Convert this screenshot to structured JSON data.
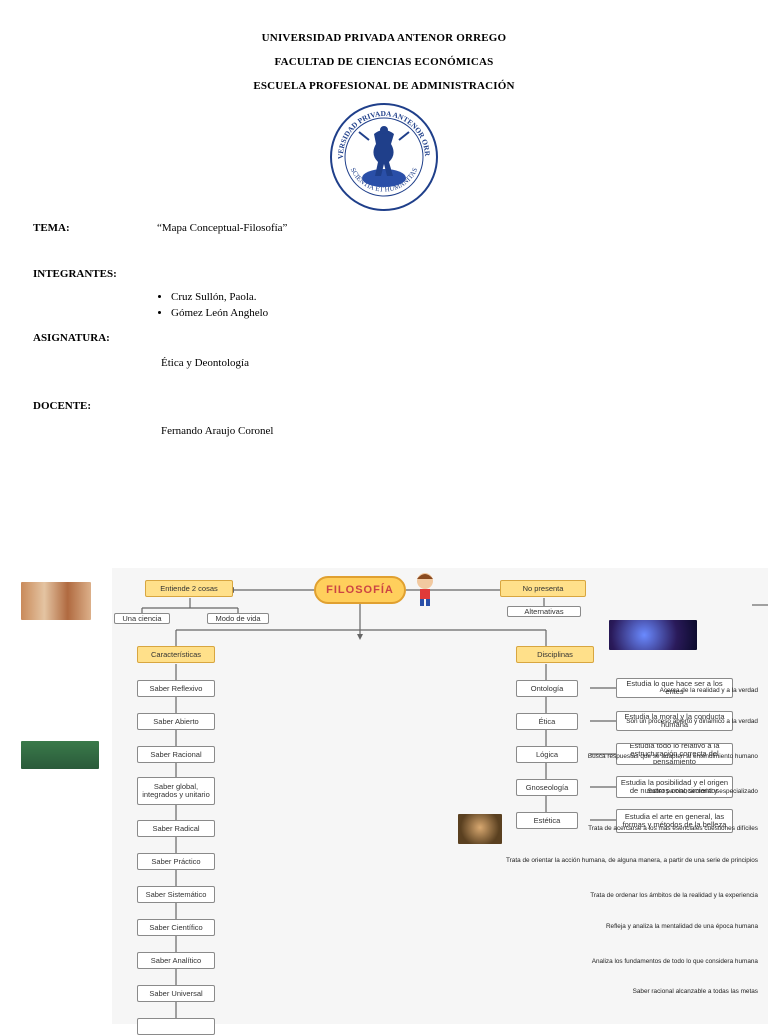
{
  "header": {
    "university": "UNIVERSIDAD PRIVADA ANTENOR ORREGO",
    "faculty": "FACULTAD DE CIENCIAS ECONÓMICAS",
    "school": "ESCUELA PROFESIONAL DE ADMINISTRACIÓN"
  },
  "seal": {
    "top_text": "UNIVERSIDAD PRIVADA ANTENOR ORREGO",
    "bottom_text": "SCIENTIA ET HUMANITAS",
    "colors": {
      "ring": "#1f3f8a",
      "ground": "#2a4fa8"
    }
  },
  "info": {
    "tema_label": "TEMA:",
    "tema_value": "“Mapa Conceptual-Filosofía”",
    "integrantes_label": "INTEGRANTES:",
    "integrantes": [
      "Cruz Sullón, Paola.",
      "Gómez León Anghelo"
    ],
    "asignatura_label": "ASIGNATURA:",
    "asignatura_value": "Ética y Deontología",
    "docente_label": "DOCENTE:",
    "docente_value": "Fernando Araujo Coronel"
  },
  "map": {
    "central": "FILOSOFÍA",
    "left_top": "Entiende 2 cosas",
    "left_children": [
      "Una ciencia",
      "Modo de vida"
    ],
    "right_top": "No presenta",
    "right_children": [
      "Alternativas"
    ],
    "caracteristicas": "Características",
    "saberes": [
      "Saber Reflexivo",
      "Saber Abierto",
      "Saber Racional",
      "Saber global, integrados y unitario",
      "Saber Radical",
      "Saber Práctico",
      "Saber Sistemático",
      "Saber Científico",
      "Saber Analítico",
      "Saber Universal"
    ],
    "disciplinas": "Disciplinas",
    "disciplinas_items": [
      "Ontología",
      "Ética",
      "Lógica",
      "Gnoseología",
      "Estética"
    ],
    "disciplinas_desc": [
      "Estudia lo que hace ser a los entes",
      "Estudia la moral y la conducta humana",
      "Estudia todo lo relativo a la estructuración correcta del pensamiento",
      "Estudia la posibilidad y el origen de nuestros conocimientos",
      "Estudia el arte en general, las formas y métodos de la belleza"
    ],
    "saber_desc": [
      "Acerca de la realidad y a la verdad",
      "Son un proceso abierto y dinámico a la verdad",
      "Busca respuestas que se adapten al entendimiento humano",
      "Saber parcial, sectorial y especializado",
      "Trata de acercarse a los más esenciales cuestiones difíciles",
      "Trata de orientar la acción humana, de alguna manera, a partir de una serie de principios",
      "Trata de ordenar los ámbitos de la realidad y la experiencia",
      "Refleja y analiza la mentalidad de una época humana",
      "Analiza los fundamentos de todo lo que considera humana",
      "Saber racional alcanzable a todas las metas"
    ],
    "colors": {
      "node_fill": "#ffe08a",
      "node_border": "#d8a640",
      "central_fill": "#ffcf5c",
      "central_text": "#cc4444"
    }
  }
}
